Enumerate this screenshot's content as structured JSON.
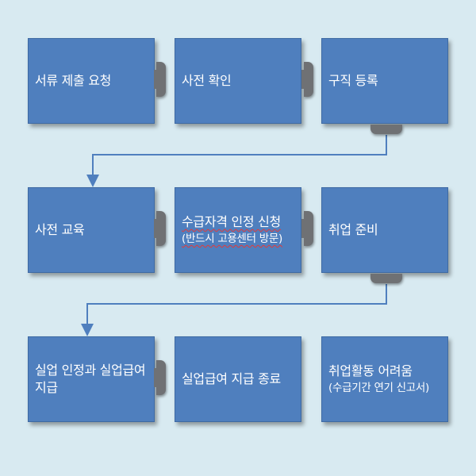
{
  "steps": [
    {
      "id": "step-1",
      "label": "서류 제출 요청",
      "sub": ""
    },
    {
      "id": "step-2",
      "label": "사전 확인",
      "sub": ""
    },
    {
      "id": "step-3",
      "label": "구직 등록",
      "sub": ""
    },
    {
      "id": "step-4",
      "label": "사전 교육",
      "sub": ""
    },
    {
      "id": "step-5",
      "label": "수급자격 인정 신청",
      "sub": "(반드시 고용센터 방문)"
    },
    {
      "id": "step-6",
      "label": "취업 준비",
      "sub": ""
    },
    {
      "id": "step-7",
      "label": "실업 인정과 실업급여 지급",
      "sub": ""
    },
    {
      "id": "step-8",
      "label": "실업급여 지급 종료",
      "sub": ""
    },
    {
      "id": "step-9",
      "label": "취업활동 어려움",
      "sub": "(수급기간 연기 신고서)"
    }
  ],
  "colors": {
    "background": "#d8eaf1",
    "box": "#4f7fbe",
    "connector": "#4f7fbe",
    "tab": "#6f7174"
  }
}
